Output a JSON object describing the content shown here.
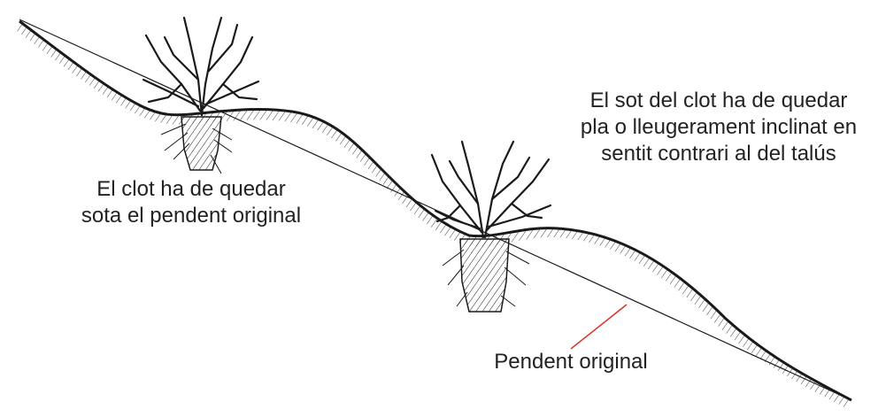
{
  "diagram": {
    "labels": {
      "hole_below_slope": [
        "El clot ha de quedar",
        "sota el pendent original"
      ],
      "hole_bottom_flat": [
        "El sot del clot ha de quedar",
        "pla o lleugerament inclinat en",
        "sentit contrari al del talús"
      ],
      "original_slope": "Pendent original"
    },
    "colors": {
      "ink": "#1a1a1a",
      "text": "#222222",
      "leader_line": "#d9332b",
      "background": "#ffffff"
    },
    "plants": 2
  }
}
